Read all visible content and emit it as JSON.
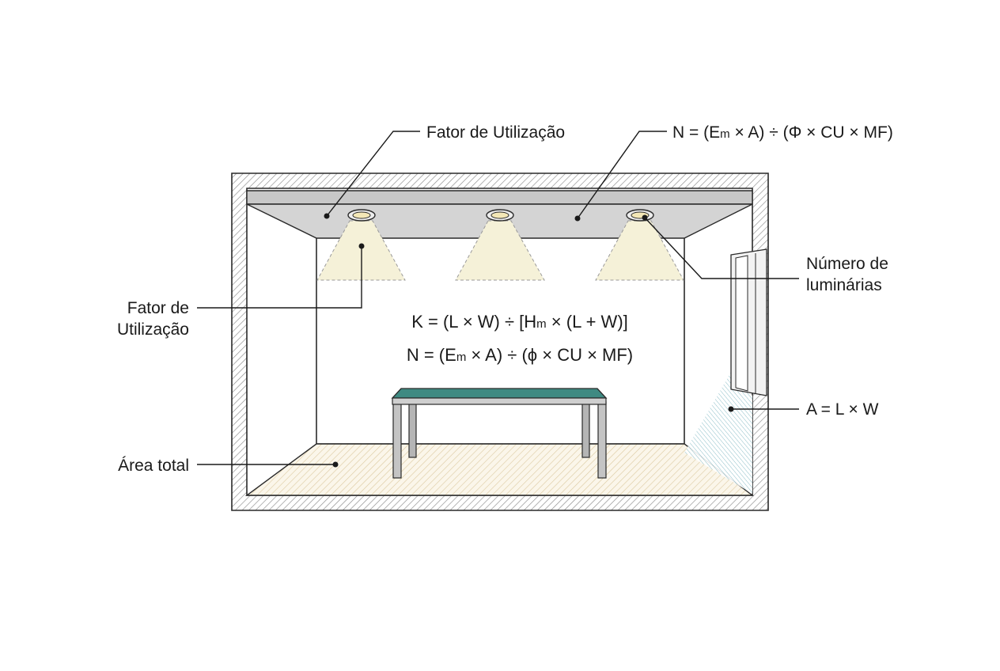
{
  "labels": {
    "top_left": "Fator de Utilização",
    "top_right": {
      "pre": "N = (E",
      "sub": "m",
      "post": " × A) ÷ (Φ × CU × MF)"
    },
    "left_upper_line1": "Fator de",
    "left_upper_line2": "Utilização",
    "right_upper_line1": "Número de",
    "right_upper_line2": "luminárias",
    "right_lower": "A = L × W",
    "left_lower": "Área total"
  },
  "formulas": {
    "room_index": {
      "pre": "K = (L × W) ÷ [H",
      "sub": "m",
      "post": " × (L + W)]"
    },
    "luminaires": {
      "pre": "N = (E",
      "sub": "m",
      "post": " × A) ÷ (ϕ × CU × MF)"
    }
  },
  "colors": {
    "wall_hatch": "#8c8c8c",
    "ceiling": "#d4d4d4",
    "light_cone": "#f5f1d8",
    "floor_hatch": "#dcc9a0",
    "window_hatch": "#7fb7c2",
    "table_top": "#3f8a82",
    "table_legs": "#bdbdbd",
    "line": "#1a1a1a"
  }
}
